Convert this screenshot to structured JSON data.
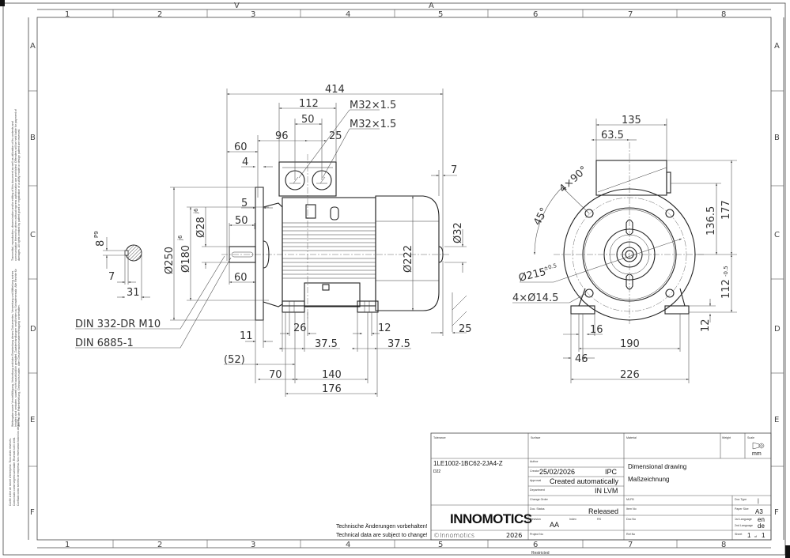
{
  "sheet": {
    "columns": [
      "1",
      "2",
      "3",
      "4",
      "5",
      "6",
      "7",
      "8"
    ],
    "rows": [
      "A",
      "B",
      "C",
      "D",
      "E",
      "F"
    ],
    "top_markers": [
      "V",
      "A"
    ],
    "classification": "Restricted"
  },
  "side_notes": {
    "en": "Transmittal, reproduction, dissemination and/or editing of this document as well as utilization of its contents and communication thereof to others without express authorization are prohibited. Offenders will be held liable for payment of damages. All rights created by patent grant or registration of a utility model or design patent are reserved.",
    "de": "Weitergabe sowie Vervielfältigung, Verbreitung und/oder Bearbeitung dieses Dokumentes, Verwertung und Mitteilung seines Inhaltes sind verboten, soweit nicht ausdrücklich gestattet. Zuwiderhandlungen verpflichten zu Schadenersatz. Alle Rechte für den Fall der Patenterteilung, Gebrauchsmuster- oder Geschmacksmustereintragung vorbehalten.",
    "fr": "Confié à titre de secret d'entreprise. Tous droits réservés.",
    "it": "Comunicato come segreto aziendale. Riservati tutti i diritti.",
    "es": "Confiado como secreto de empresa. Nos reservamos todos los derechos."
  },
  "side_view": {
    "overall_length": "414",
    "tbox_width": "112",
    "gland_spacing": "50",
    "tbox_offset": "96",
    "gland_offset": "25",
    "gland_1": "M32×1.5",
    "gland_2": "M32×1.5",
    "flange_to_shaft": "60",
    "flange_thickness": "4",
    "spigot": "5",
    "key_length": "50",
    "shaft_length": "60",
    "flange_dia": "Ø250",
    "spigot_dia": "Ø180",
    "spigot_tol": "j6",
    "shaft_dia": "Ø28",
    "shaft_tol": "j6",
    "housing_dia": "Ø222",
    "fan_end_dia": "Ø32",
    "fan_end_gap": "7",
    "ground_clearance": "25",
    "flange_gap": "11",
    "foot_26": "26",
    "foot_12": "12",
    "foot_375_a": "37.5",
    "foot_375_b": "37.5",
    "ref_52": "(52)",
    "dim_70": "70",
    "dim_140": "140",
    "dim_176": "176",
    "centre_drill": "DIN 332-DR M10",
    "key_std": "DIN 6885-1"
  },
  "key_section": {
    "key_width": "8",
    "key_tol": "P9",
    "key_depth": "7",
    "key_height": "31"
  },
  "front_view": {
    "tbox_width": "135",
    "tbox_offset": "63.5",
    "height_177": "177",
    "height_1365": "136.5",
    "shaft_height": "112",
    "shaft_height_tol": "-0.5",
    "foot_thickness": "12",
    "bolt_angle": "4×90°",
    "angle_45": "45°",
    "pcd": "Ø215",
    "pcd_tol": "±0.5",
    "holes": "4×Ø14.5",
    "foot_16": "16",
    "foot_190": "190",
    "foot_46": "46",
    "foot_226": "226"
  },
  "notes": {
    "de": "Technische Änderungen vorbehalten!",
    "en": "Technical data are subject to change!"
  },
  "title_block": {
    "labels": {
      "tolerance": "Tolerance",
      "surface": "Surface",
      "material": "Material",
      "weight": "Weight",
      "scale": "Scale",
      "author": "Author",
      "creator": "Creator",
      "approval": "Approval",
      "department": "Department",
      "change_order": "Change Order",
      "doc_status": "Doc. Status",
      "revision": "Revision",
      "index": "Index",
      "rs": "RS",
      "project_no": "Project No",
      "mlfb": "MLFB",
      "item_no": "Item No",
      "doc_no": "Doc No",
      "ref_no": "Ref No",
      "doc_type": "Doc Type",
      "paper_size": "Paper Size",
      "lang1": "1st Language",
      "lang2": "2nd Language",
      "sheet": "Sheet",
      "of": "of"
    },
    "scale_unit": "mm",
    "part_number": "1LE1002-1BC62-2JA4-Z",
    "part_sub": "D22",
    "creator_date": "25/02/2026",
    "creator_name": "IPC",
    "approval": "Created automatically",
    "department": "IN LVM",
    "title_en": "Dimensional drawing",
    "title_de": "Maßzeichnung",
    "doc_type": "|",
    "doc_status": "Released",
    "revision": "AA",
    "paper_size": "A3",
    "lang1": "en",
    "lang2": "de",
    "sheet": "1",
    "sheet_total": "1",
    "logo": "INNOMOTICS",
    "copyright": "©Innomotics",
    "year": "2026"
  }
}
